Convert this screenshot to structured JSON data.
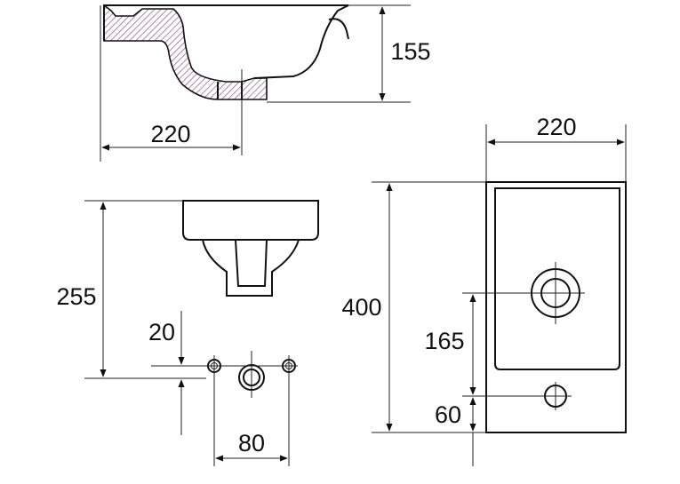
{
  "dimensions": {
    "side_width": "220",
    "side_height": "155",
    "top_width": "220",
    "top_height": "400",
    "top_tap_offset": "165",
    "top_waste_offset": "60",
    "front_height": "255",
    "front_pipe_offset": "20",
    "front_pipe_spacing": "80"
  },
  "colors": {
    "line": "#111111",
    "hatch": "#9a6a8a",
    "background": "#ffffff"
  }
}
